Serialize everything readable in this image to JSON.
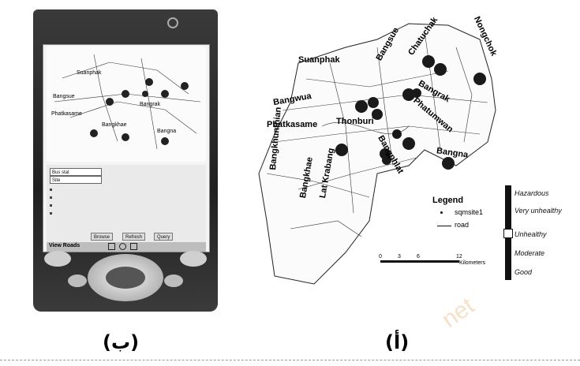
{
  "captions": {
    "left": "(ب)",
    "right": "(أ)"
  },
  "map": {
    "place_labels": [
      "Suanphak",
      "Bangsue",
      "Chatuchak",
      "Nongchok",
      "Bangwua",
      "Bangrak",
      "Thonburi",
      "Phatumwan",
      "Phatkasame",
      "Bangkhunthian",
      "Bangkhae",
      "Bangna",
      "Bangphlat",
      "Lat Krabang"
    ],
    "legend": {
      "title": "Legend",
      "items": [
        {
          "symbol": "dot",
          "label": "sqmsite1"
        },
        {
          "symbol": "line",
          "label": "road"
        }
      ]
    },
    "scale": {
      "ticks": [
        "0",
        "3",
        "6",
        "12"
      ],
      "unit": "Kilometers"
    }
  },
  "aqi_scale": {
    "labels": [
      "Hazardous",
      "Very unhealthy",
      "Unhealthy",
      "Moderate",
      "Good"
    ],
    "current_level": "Unhealthy"
  },
  "pda": {
    "map_labels": [
      "Suanphak",
      "Bangsue",
      "Bangrak",
      "Phatkasame",
      "Bangna",
      "Bangkhae"
    ],
    "select_1": "Bus stat",
    "select_2": "Site",
    "buttons": [
      "Browse",
      "Refresh",
      "Query"
    ],
    "toolbar_text": "View  Roads"
  },
  "watermark": "net",
  "colors": {
    "device_body": "#2a2a2a",
    "dot": "#1a1a1a",
    "aqi_bar": "#111111"
  }
}
